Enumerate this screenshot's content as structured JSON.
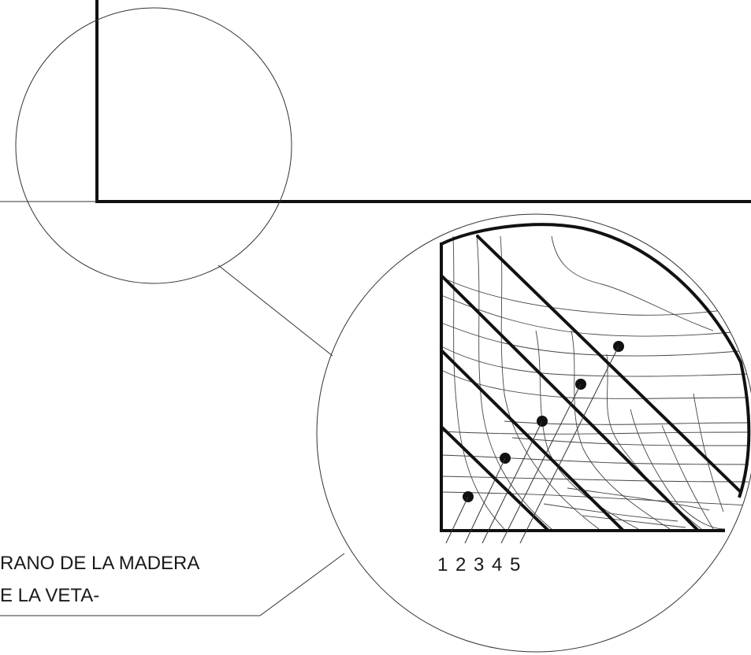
{
  "annotation": {
    "line1": "RANO DE LA MADERA",
    "line2": "E LA VETA-"
  },
  "markers": {
    "numbers": [
      "1",
      "2",
      "3",
      "4",
      "5"
    ]
  },
  "colors": {
    "ink": "#111111",
    "thin_line": "#333333",
    "background": "#ffffff"
  }
}
